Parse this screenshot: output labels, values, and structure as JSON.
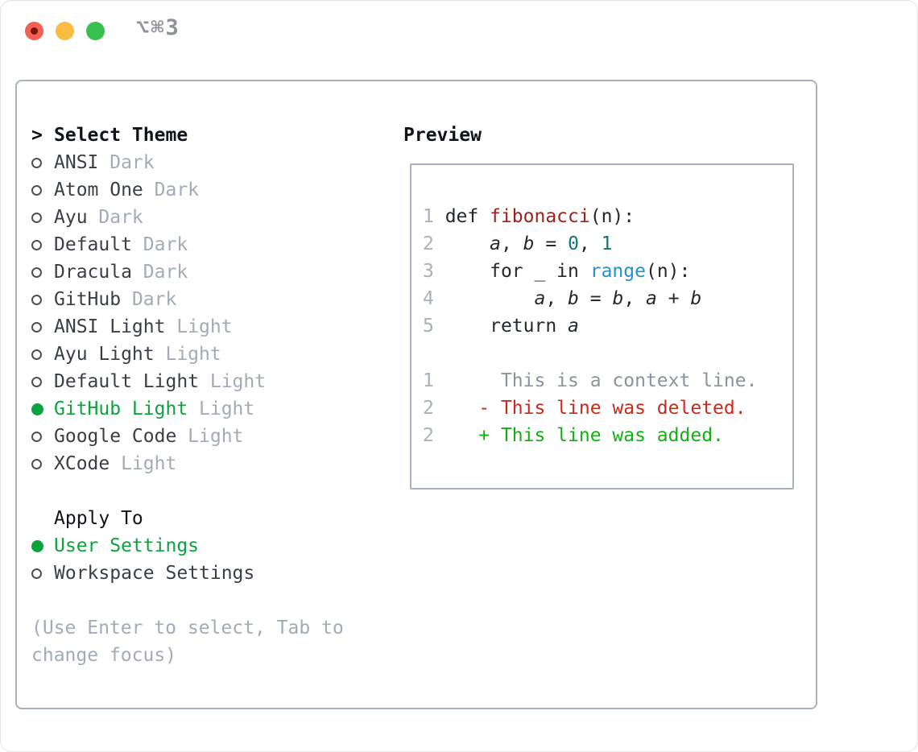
{
  "window": {
    "title": "⌥⌘3"
  },
  "left_panel": {
    "header": {
      "prompt": ">",
      "label": "Select Theme"
    },
    "themes": [
      {
        "name": "ANSI",
        "variant": "Dark",
        "selected": false
      },
      {
        "name": "Atom One",
        "variant": "Dark",
        "selected": false
      },
      {
        "name": "Ayu",
        "variant": "Dark",
        "selected": false
      },
      {
        "name": "Default",
        "variant": "Dark",
        "selected": false
      },
      {
        "name": "Dracula",
        "variant": "Dark",
        "selected": false
      },
      {
        "name": "GitHub",
        "variant": "Dark",
        "selected": false
      },
      {
        "name": "ANSI Light",
        "variant": "Light",
        "selected": false
      },
      {
        "name": "Ayu Light",
        "variant": "Light",
        "selected": false
      },
      {
        "name": "Default Light",
        "variant": "Light",
        "selected": false
      },
      {
        "name": "GitHub Light",
        "variant": "Light",
        "selected": true
      },
      {
        "name": "Google Code",
        "variant": "Light",
        "selected": false
      },
      {
        "name": "XCode",
        "variant": "Light",
        "selected": false
      }
    ],
    "apply_to": {
      "label": "Apply To",
      "options": [
        {
          "label": "User Settings",
          "selected": true
        },
        {
          "label": "Workspace Settings",
          "selected": false
        }
      ]
    },
    "help": [
      "(Use Enter to select, Tab to",
      "change focus)"
    ]
  },
  "preview": {
    "title": "Preview",
    "code_lines": [
      {
        "num": "1",
        "segments": [
          {
            "text": "def ",
            "style": "code"
          },
          {
            "text": "fibonacci",
            "style": "func"
          },
          {
            "text": "(n):",
            "style": "code"
          }
        ]
      },
      {
        "num": "2",
        "segments": [
          {
            "text": "    ",
            "style": "code"
          },
          {
            "text": "a",
            "style": "var"
          },
          {
            "text": ", ",
            "style": "code"
          },
          {
            "text": "b",
            "style": "var"
          },
          {
            "text": " = ",
            "style": "code"
          },
          {
            "text": "0",
            "style": "num"
          },
          {
            "text": ", ",
            "style": "code"
          },
          {
            "text": "1",
            "style": "num"
          }
        ]
      },
      {
        "num": "3",
        "segments": [
          {
            "text": "    for _ in ",
            "style": "code"
          },
          {
            "text": "range",
            "style": "builtin"
          },
          {
            "text": "(n):",
            "style": "code"
          }
        ]
      },
      {
        "num": "4",
        "segments": [
          {
            "text": "        ",
            "style": "code"
          },
          {
            "text": "a",
            "style": "var"
          },
          {
            "text": ", ",
            "style": "code"
          },
          {
            "text": "b",
            "style": "var"
          },
          {
            "text": " = ",
            "style": "code"
          },
          {
            "text": "b",
            "style": "var"
          },
          {
            "text": ", ",
            "style": "code"
          },
          {
            "text": "a",
            "style": "var"
          },
          {
            "text": " + ",
            "style": "code"
          },
          {
            "text": "b",
            "style": "var"
          }
        ]
      },
      {
        "num": "5",
        "segments": [
          {
            "text": "    return ",
            "style": "code"
          },
          {
            "text": "a",
            "style": "var"
          }
        ]
      },
      {
        "num": "",
        "segments": []
      },
      {
        "num": "1",
        "segments": [
          {
            "text": "     This is a context line.",
            "style": "context"
          }
        ]
      },
      {
        "num": "2",
        "segments": [
          {
            "text": "   - This line was deleted.",
            "style": "deleted"
          }
        ]
      },
      {
        "num": "2",
        "segments": [
          {
            "text": "   + This line was added.",
            "style": "added"
          }
        ]
      }
    ]
  },
  "colors": {
    "accent-green": "#0ca33e",
    "added-green": "#12b012",
    "deleted-red": "#cb2a1a",
    "func-red": "#a2201a",
    "builtin-blue": "#2492cf",
    "number-teal": "#0d7680",
    "context-gray": "#8b939c",
    "muted-gray": "#a2abb7",
    "item-text": "#3a3f46",
    "heading": "#101418",
    "linenum-gray": "#a8b0b9",
    "panel-border": "#a9b1bc",
    "title-gray": "#8e939a",
    "traffic-red": "#f35f55",
    "traffic-yellow": "#f8bd40",
    "traffic-green": "#36c24c"
  }
}
